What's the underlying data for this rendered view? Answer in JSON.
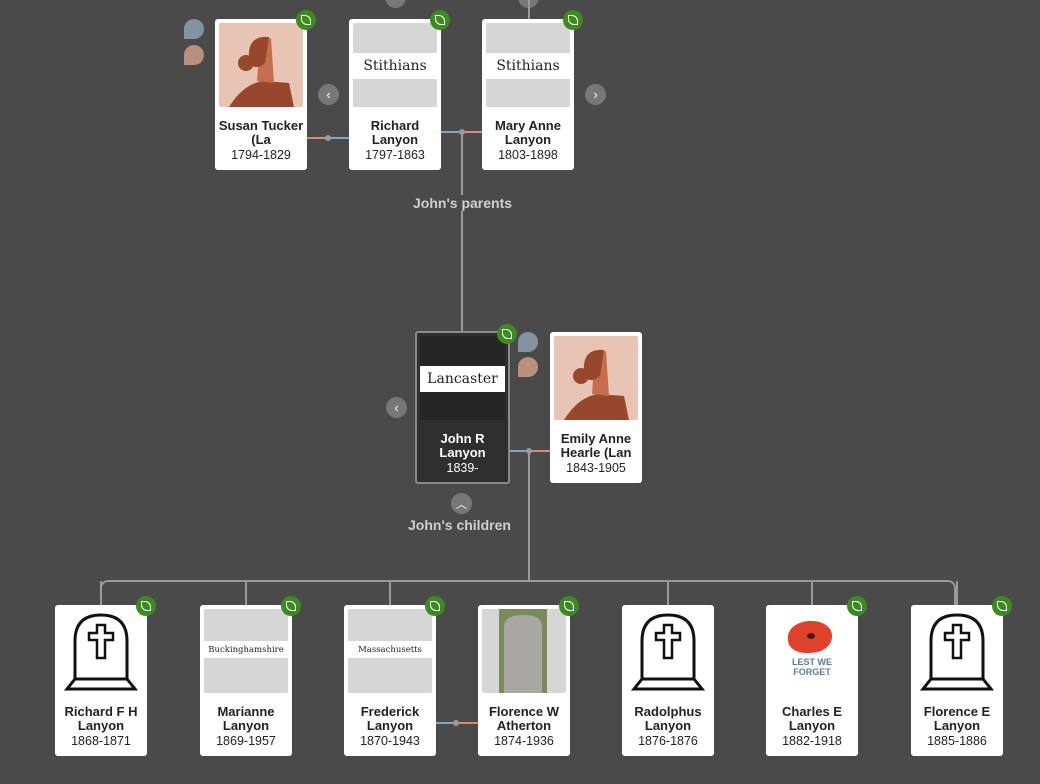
{
  "labels": {
    "parents": "John's parents",
    "children": "John's children"
  },
  "parents": [
    {
      "name": "Susan Tucker (La",
      "dates": "1794-1829",
      "image": "silhouette-woman",
      "leaf": true
    },
    {
      "name": "Richard Lanyon",
      "dates": "1797-1863",
      "image": "place",
      "place": "Stithians",
      "leaf": true
    },
    {
      "name": "Mary Anne Lanyon",
      "dates": "1803-1898",
      "image": "place",
      "place": "Stithians",
      "leaf": true
    }
  ],
  "focus": {
    "name": "John R Lanyon",
    "dates": "1839-",
    "image": "place",
    "place": "Lancaster",
    "leaf": true
  },
  "spouse": {
    "name": "Emily Anne Hearle (Lan",
    "dates": "1843-1905",
    "image": "silhouette-woman",
    "leaf": false
  },
  "children": [
    {
      "name": "Richard F H Lanyon",
      "dates": "1868-1871",
      "image": "gravestone",
      "leaf": true
    },
    {
      "name": "Marianne Lanyon",
      "dates": "1869-1957",
      "image": "place",
      "place": "Buckinghamshire",
      "leaf": true
    },
    {
      "name": "Frederick Lanyon",
      "dates": "1870-1943",
      "image": "place",
      "place": "Massachusetts",
      "leaf": true
    },
    {
      "name": "Florence W Atherton",
      "dates": "1874-1936",
      "image": "photo-headstone",
      "leaf": true
    },
    {
      "name": "Radolphus Lanyon",
      "dates": "1876-1876",
      "image": "gravestone",
      "leaf": false
    },
    {
      "name": "Charles E Lanyon",
      "dates": "1882-1918",
      "image": "poppy",
      "poppy_text": "LEST WE FORGET",
      "leaf": true
    },
    {
      "name": "Florence E Lanyon",
      "dates": "1885-1886",
      "image": "gravestone",
      "leaf": true
    }
  ],
  "colors": {
    "background": "#4a4a4a",
    "leaf": "#3d8a1f",
    "male_line": "#7fa7c4",
    "female_line": "#d98a72"
  }
}
